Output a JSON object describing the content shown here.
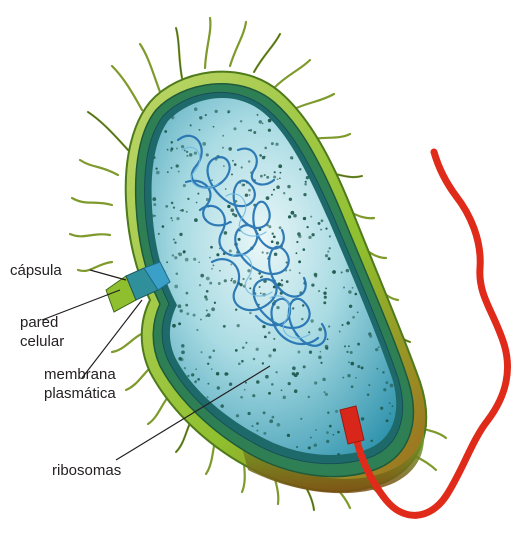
{
  "labels": {
    "capsule": "cápsula",
    "cell_wall_1": "pared",
    "cell_wall_2": "celular",
    "membrane_1": "membrana",
    "membrane_2": "plasmática",
    "ribosomes": "ribosomas"
  },
  "colors": {
    "capsule": "#8fbf2e",
    "cell_wall": "#2f7f55",
    "cytoplasm": "#5ab3c8",
    "dna": "#1f6fb0",
    "flagellum": "#e02a1a",
    "pili": "#7f9a2c",
    "ribosomes": "#1e5a4e"
  },
  "icons": {
    "structure": "bacterium-illustration"
  }
}
